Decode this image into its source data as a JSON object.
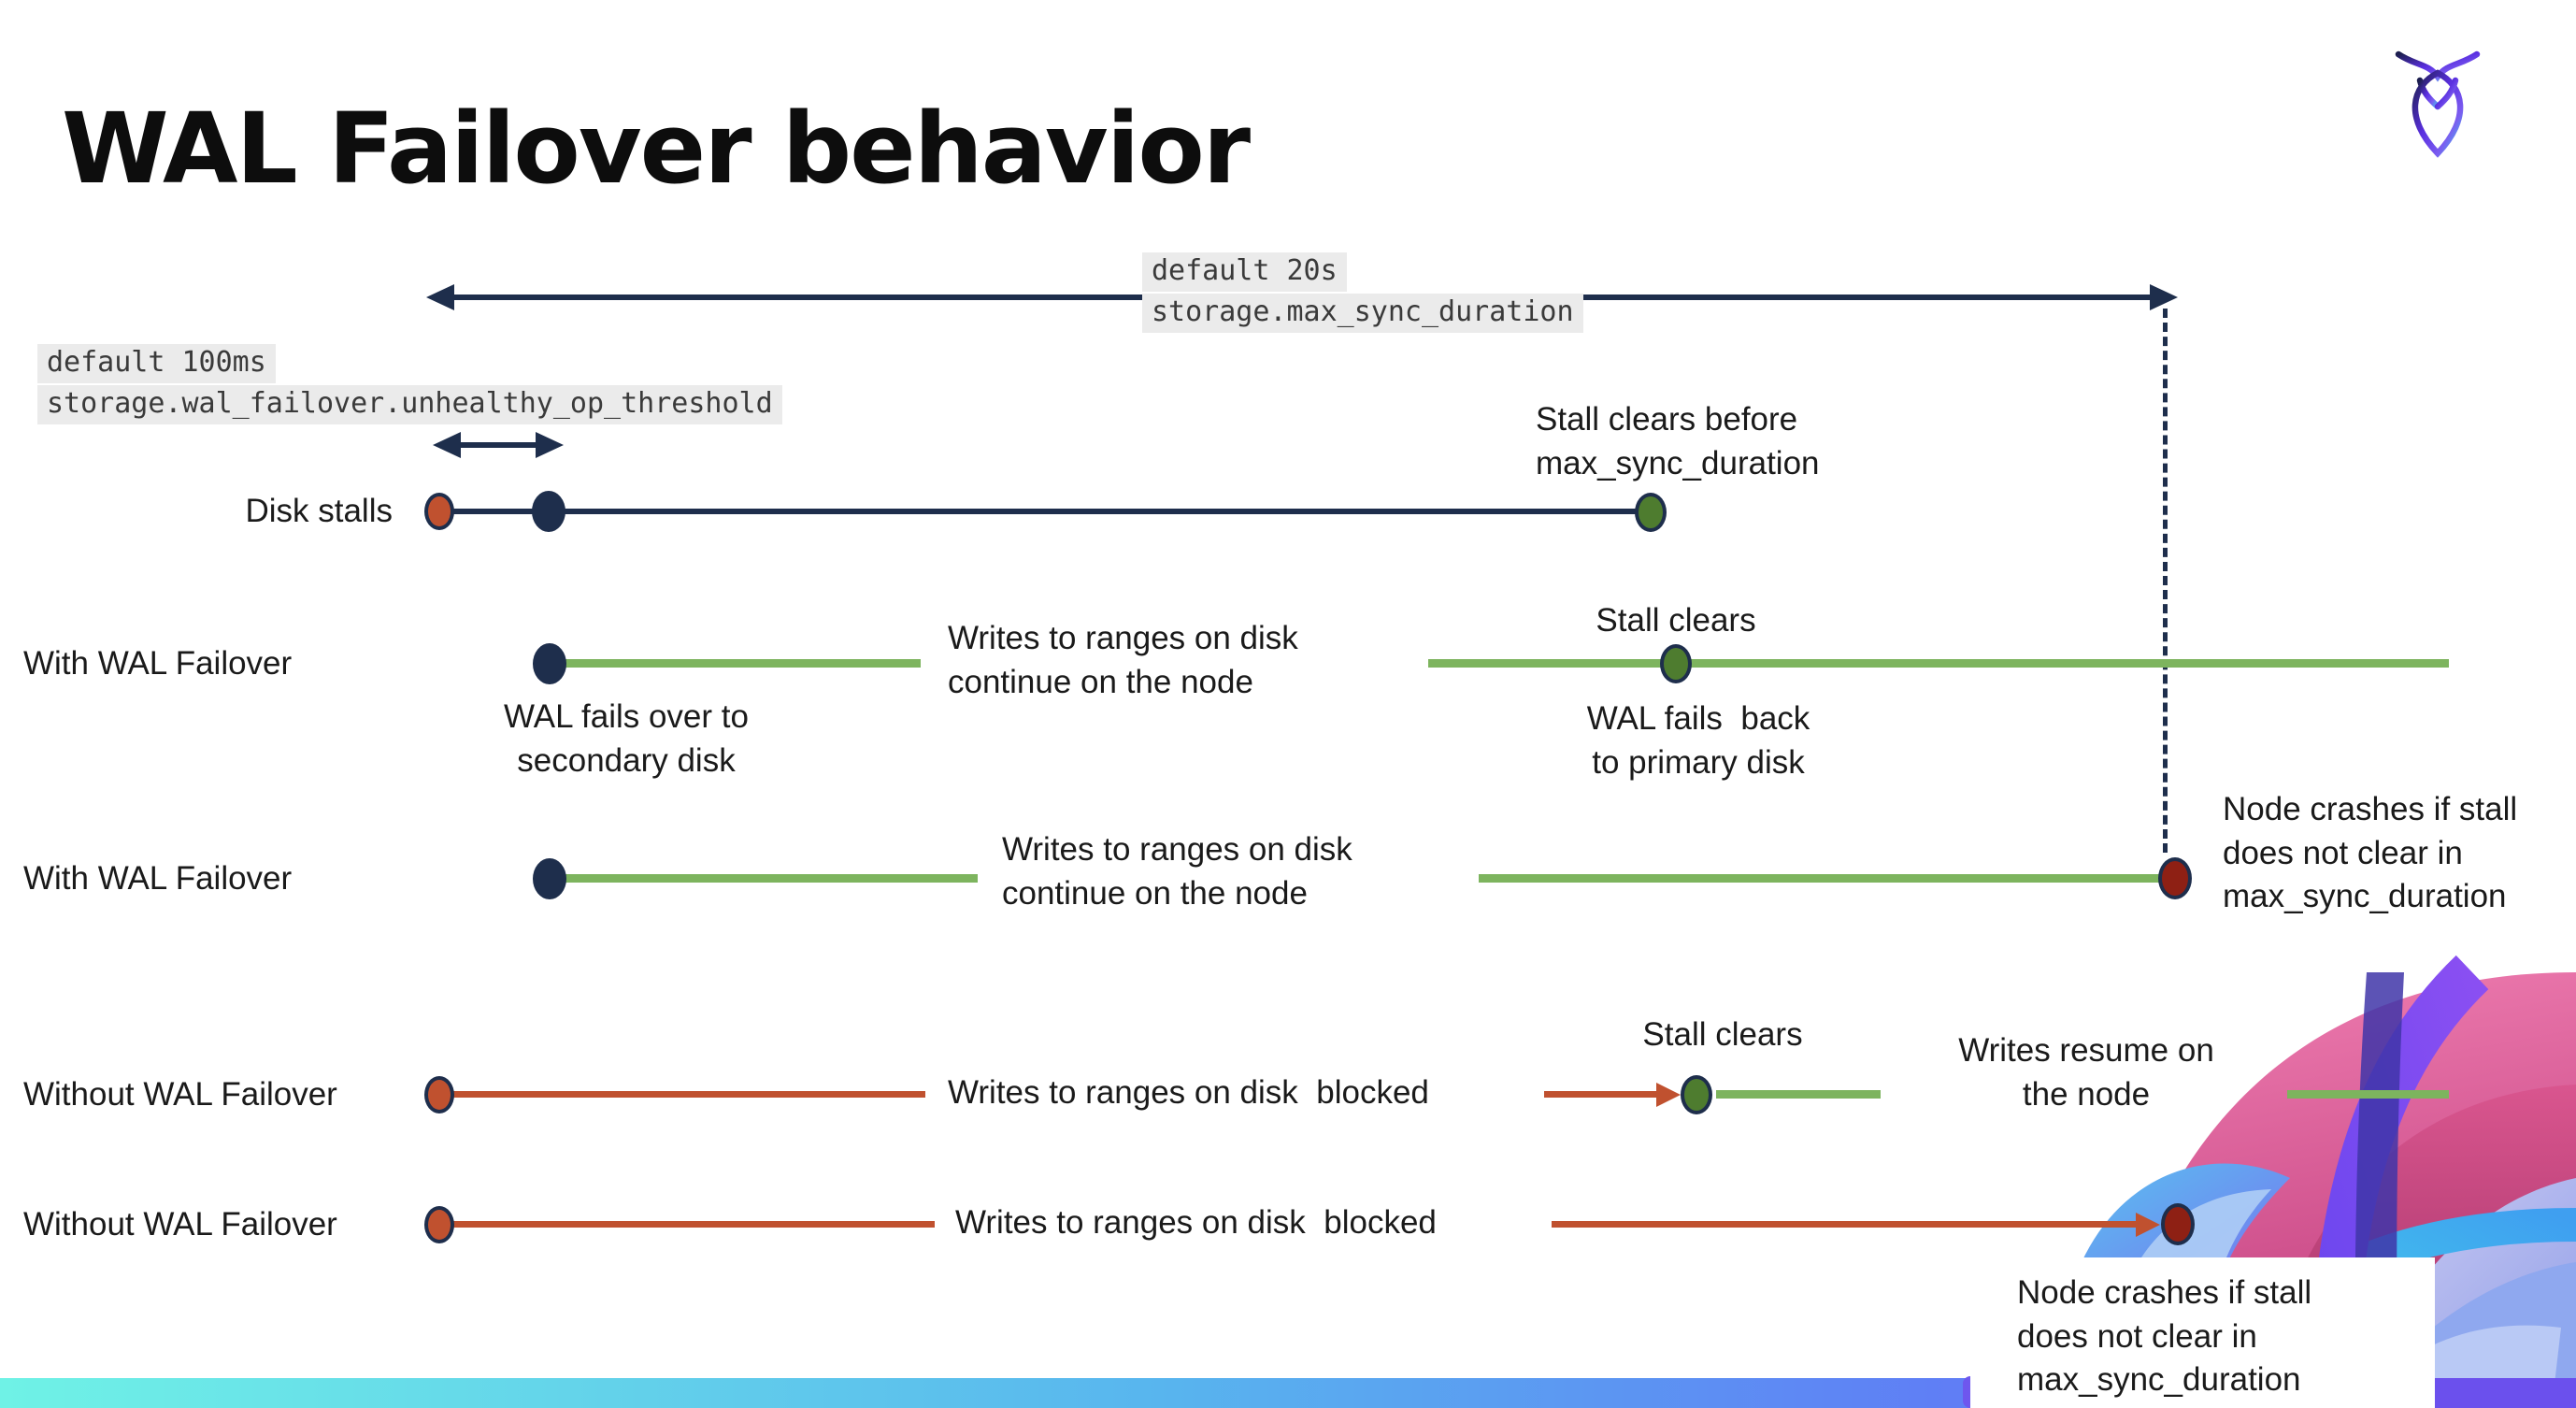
{
  "page": {
    "title": "WAL Failover behavior"
  },
  "settings": {
    "max_sync_duration": {
      "default_label": "default 20s",
      "setting_name": "storage.max_sync_duration"
    },
    "unhealthy_op_threshold": {
      "default_label": "default 100ms",
      "setting_name": "storage.wal_failover.unhealthy_op_threshold"
    }
  },
  "timelines": {
    "disk_stalls": {
      "label": "Disk stalls",
      "stall_clears_note": "Stall clears before\nmax_sync_duration"
    },
    "with_failover_clears": {
      "label": "With WAL Failover",
      "failover_note": "WAL fails over to\nsecondary disk",
      "writes_note": "Writes to ranges on disk\ncontinue on the node",
      "stall_clears_note": "Stall clears",
      "failback_note": "WAL fails  back\nto primary disk"
    },
    "with_failover_crash": {
      "label": "With WAL Failover",
      "writes_note": "Writes to ranges on disk\ncontinue on the node",
      "crash_note": "Node crashes if stall\ndoes not clear in\nmax_sync_duration"
    },
    "without_failover_clears": {
      "label": "Without WAL Failover",
      "blocked_note": "Writes to ranges on disk  blocked",
      "stall_clears_note": "Stall clears",
      "resume_note": "Writes resume on\nthe node"
    },
    "without_failover_crash": {
      "label": "Without WAL Failover",
      "blocked_note": "Writes to ranges on disk  blocked",
      "crash_note": "Node crashes if stall\ndoes not clear in\nmax_sync_duration"
    }
  },
  "colors": {
    "navy": "#1e2e4c",
    "green_line": "#7db45e",
    "green_dot": "#4e7c2f",
    "red": "#c0512f",
    "maroon": "#8e2014",
    "code_bg": "#ebebeb",
    "footer_gradient": [
      "#6ff2e6",
      "#58b5ee",
      "#5f7ff5",
      "#7a60f0"
    ]
  }
}
